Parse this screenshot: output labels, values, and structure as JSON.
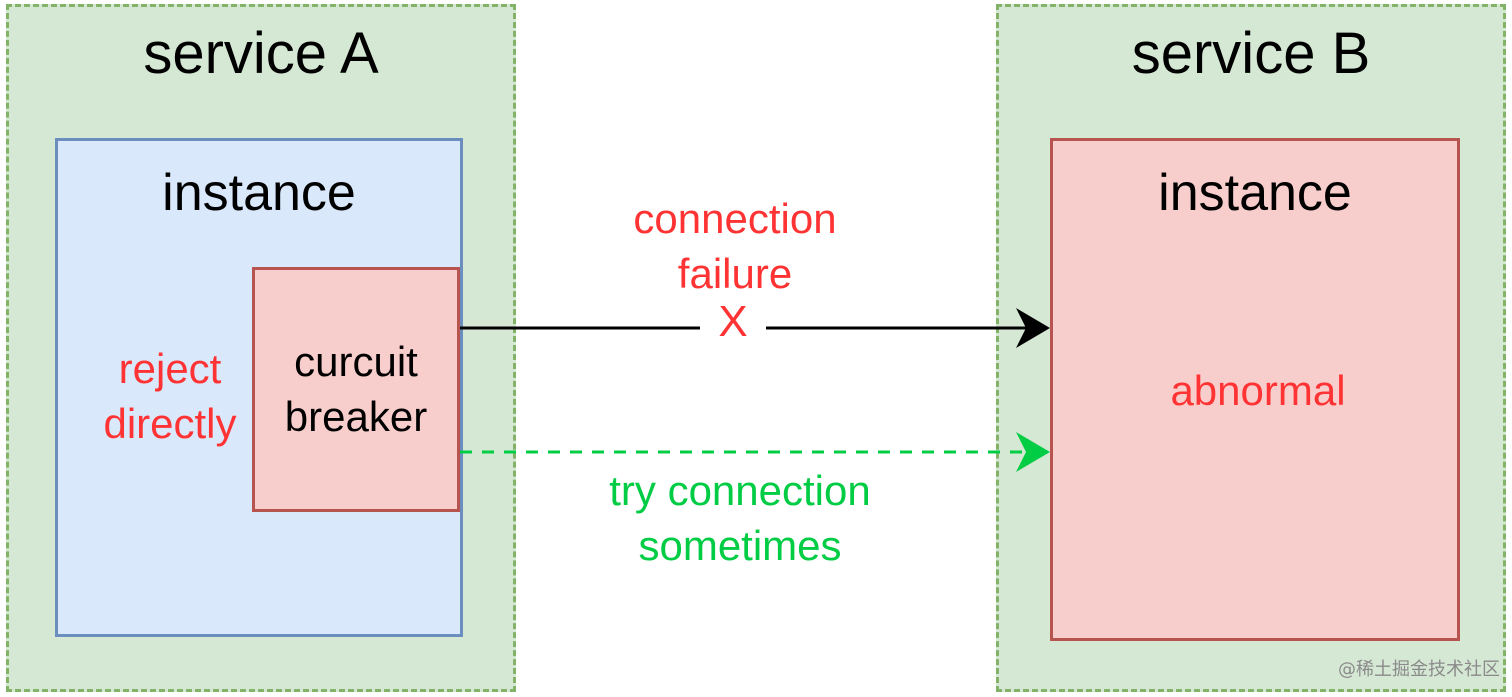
{
  "diagram": {
    "service_a": {
      "title": "service A",
      "instance": {
        "title": "instance",
        "reject_label": "reject\ndirectly",
        "breaker_label": "curcuit\nbreaker"
      }
    },
    "service_b": {
      "title": "service B",
      "instance": {
        "title": "instance",
        "status_label": "abnormal"
      }
    },
    "connections": {
      "failure": {
        "label": "connection\nfailure",
        "mark": "X",
        "color": "#ff3333",
        "line_color": "#000000"
      },
      "retry": {
        "label": "try connection\nsometimes",
        "color": "#00cc44",
        "line_color": "#00cc44",
        "line_style": "dashed"
      }
    },
    "colors": {
      "service_fill": "#d5e8d4",
      "service_border": "#82b366",
      "instance_a_fill": "#dae8fc",
      "instance_a_border": "#6c8ebf",
      "alert_fill": "#f8cecc",
      "alert_border": "#b85450"
    }
  },
  "watermark": "@稀土掘金技术社区"
}
